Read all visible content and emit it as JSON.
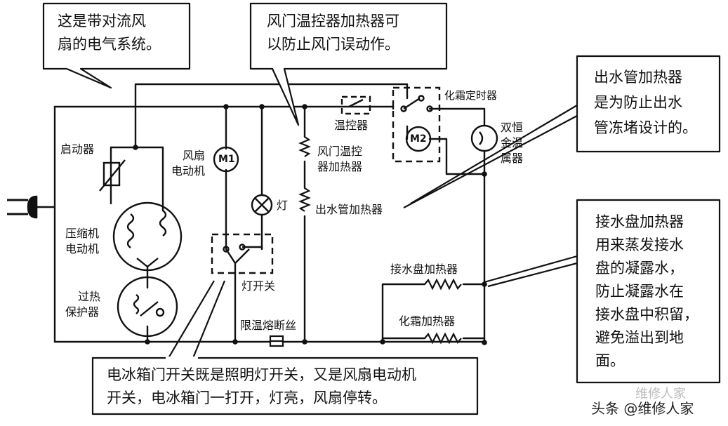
{
  "callouts": {
    "fan_system": [
      "这是带对流风",
      "扇的电气系统。"
    ],
    "damper_heater_note": [
      "风门温控器加热器可",
      "以防止风门误动作。"
    ],
    "drain_heater_note": [
      "出水管加热器",
      "是为防止出水",
      "管冻堵设计的。"
    ],
    "tray_heater_note": [
      "接水盘加热器",
      "用来蒸发接水",
      "盘的凝露水，",
      "防止凝露水在",
      "接水盘中积留，",
      "避免溢出到地",
      "面。"
    ],
    "door_switch_note": [
      "电冰箱门开关既是照明灯开关，又是风扇电动机",
      "开关，电冰箱门一打开，灯亮，风扇停转。"
    ]
  },
  "labels": {
    "starter": "启动器",
    "compressor_motor": [
      "压缩机",
      "电动机"
    ],
    "overload": [
      "过热",
      "保护器"
    ],
    "fan_motor": [
      "风扇",
      "电动机"
    ],
    "m1": "M1",
    "lamp": "灯",
    "lamp_switch": "灯开关",
    "thermostat": "温控器",
    "damper_heater": [
      "风门温控",
      "器加热器"
    ],
    "drain_heater": "出水管加热器",
    "defrost_timer": "化霜定时器",
    "m2": "M2",
    "bimetal": [
      "双恒",
      "金温",
      "属器"
    ],
    "tray_heater": "接水盘加热器",
    "defrost_heater": "化霜加热器",
    "fuse": "限温熔断丝"
  },
  "watermark": {
    "main": "头条 @维修人家",
    "faint": "维修人家"
  }
}
